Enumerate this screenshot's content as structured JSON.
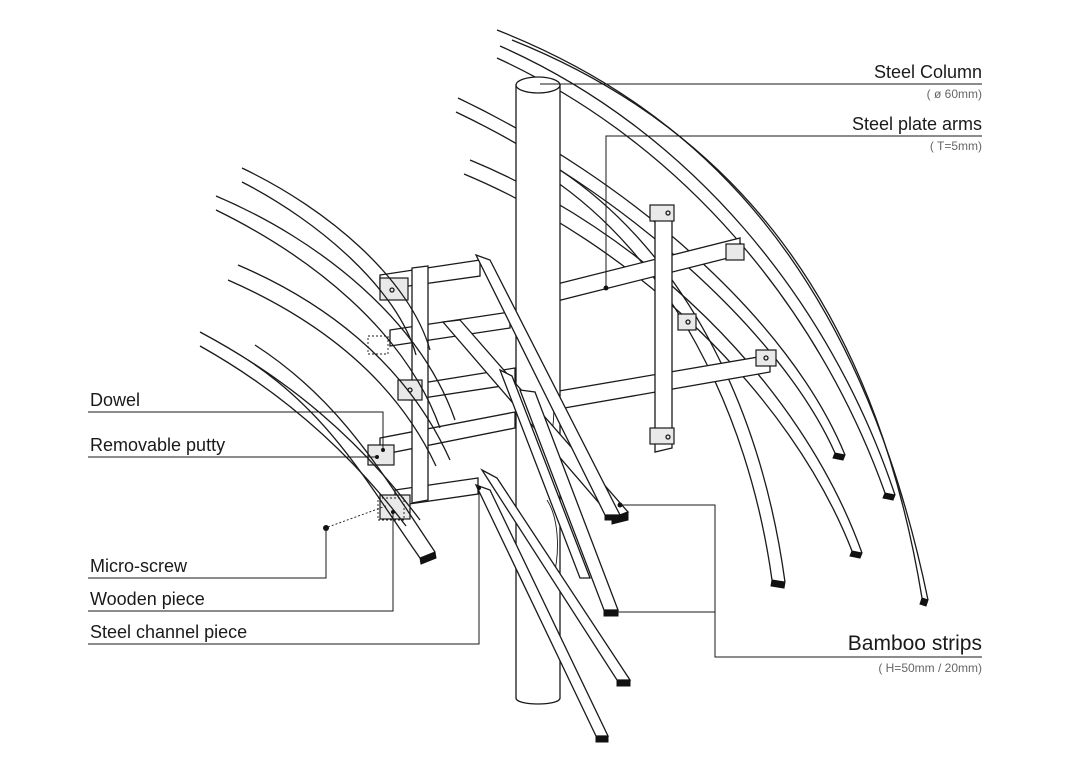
{
  "labels": {
    "steel_column": {
      "title": "Steel Column",
      "spec": "( ø 60mm)"
    },
    "steel_plate_arms": {
      "title": "Steel plate arms",
      "spec": "( T=5mm)"
    },
    "dowel": "Dowel",
    "removable_putty": "Removable putty",
    "micro_screw": "Micro-screw",
    "wooden_piece": "Wooden piece",
    "steel_channel_piece": "Steel channel piece",
    "bamboo_strips": {
      "title": "Bamboo strips",
      "spec": "( H=50mm / 20mm)"
    }
  }
}
